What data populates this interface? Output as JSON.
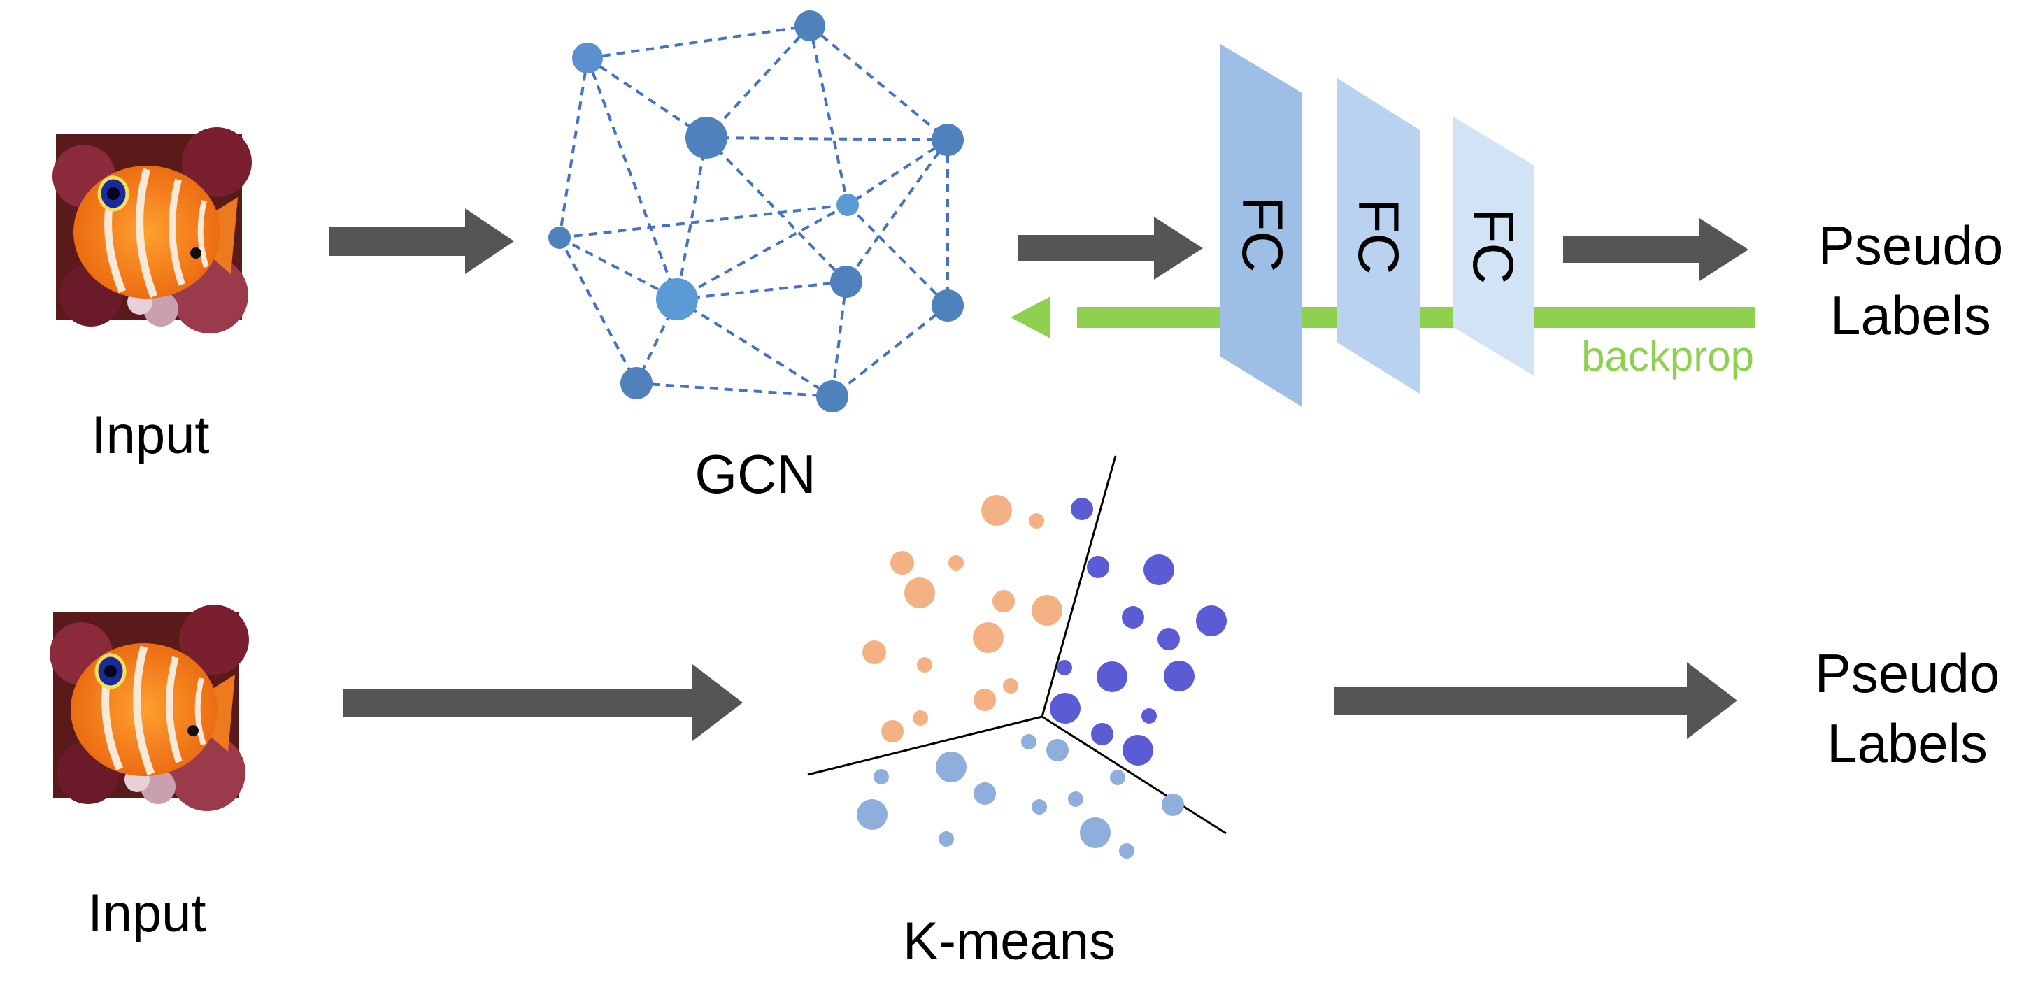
{
  "top_row": {
    "input_label": "Input",
    "gcn_label": "GCN",
    "fc_layers": [
      "FC",
      "FC",
      "FC"
    ],
    "backprop_label": "backprop",
    "output_label_line1": "Pseudo",
    "output_label_line2": "Labels"
  },
  "bottom_row": {
    "input_label": "Input",
    "kmeans_label": "K-means",
    "output_label_line1": "Pseudo",
    "output_label_line2": "Labels"
  },
  "colors": {
    "arrow": "#555555",
    "backprop": "#8fd14f",
    "graph_node": "#4f81bd",
    "graph_edge": "#4472c4",
    "fc_1": "#9dbfe6",
    "fc_2": "#b9d2f0",
    "fc_3": "#d3e3f6",
    "cluster_orange": "#f4b183",
    "cluster_purple": "#5b5bd6",
    "cluster_blue": "#8eaedc"
  },
  "icons": {
    "input_image": "clownfish-photo"
  }
}
